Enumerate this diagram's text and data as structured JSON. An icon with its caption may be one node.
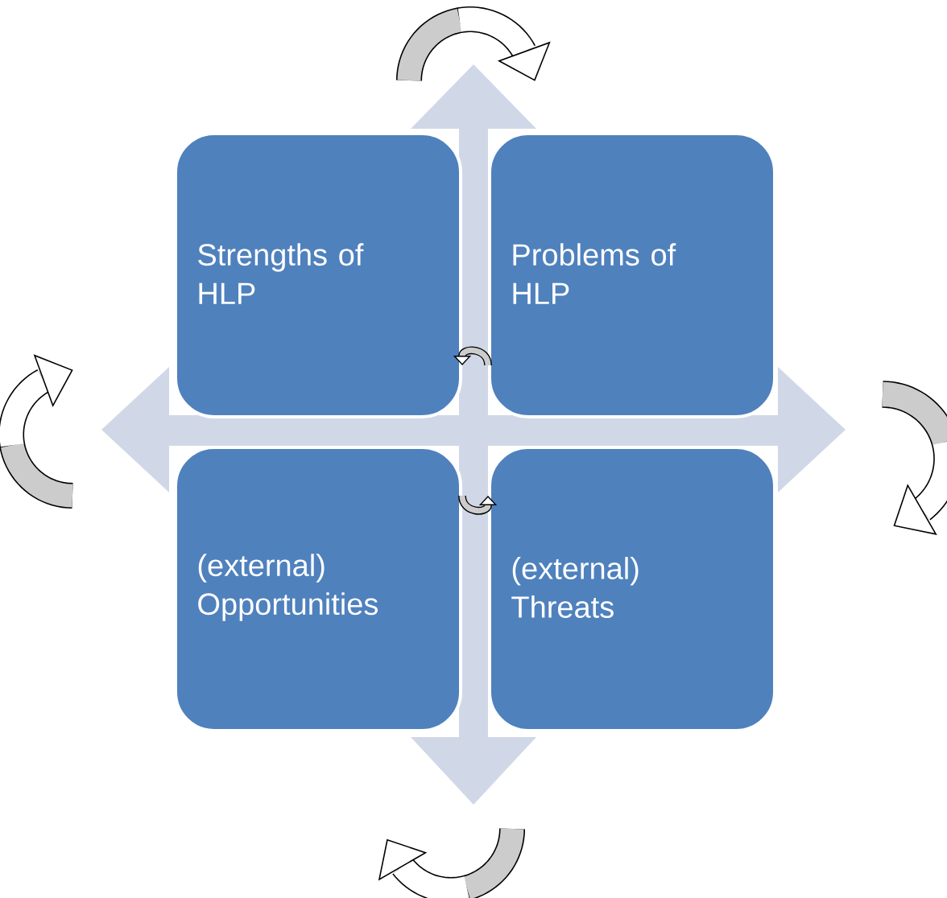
{
  "diagram": {
    "nodes": [
      {
        "text": [
          "Strengths of HLP"
        ]
      },
      {
        "text": [
          "Problems of HLP"
        ]
      },
      {
        "text": [
          "(external) Opportunities"
        ]
      },
      {
        "text": [
          "(external) Threats"
        ]
      }
    ],
    "edges": [
      {
        "from": 1,
        "to": 0,
        "arrow": "to"
      },
      {
        "from": 2,
        "to": 3,
        "arrow": "to"
      }
    ]
  }
}
